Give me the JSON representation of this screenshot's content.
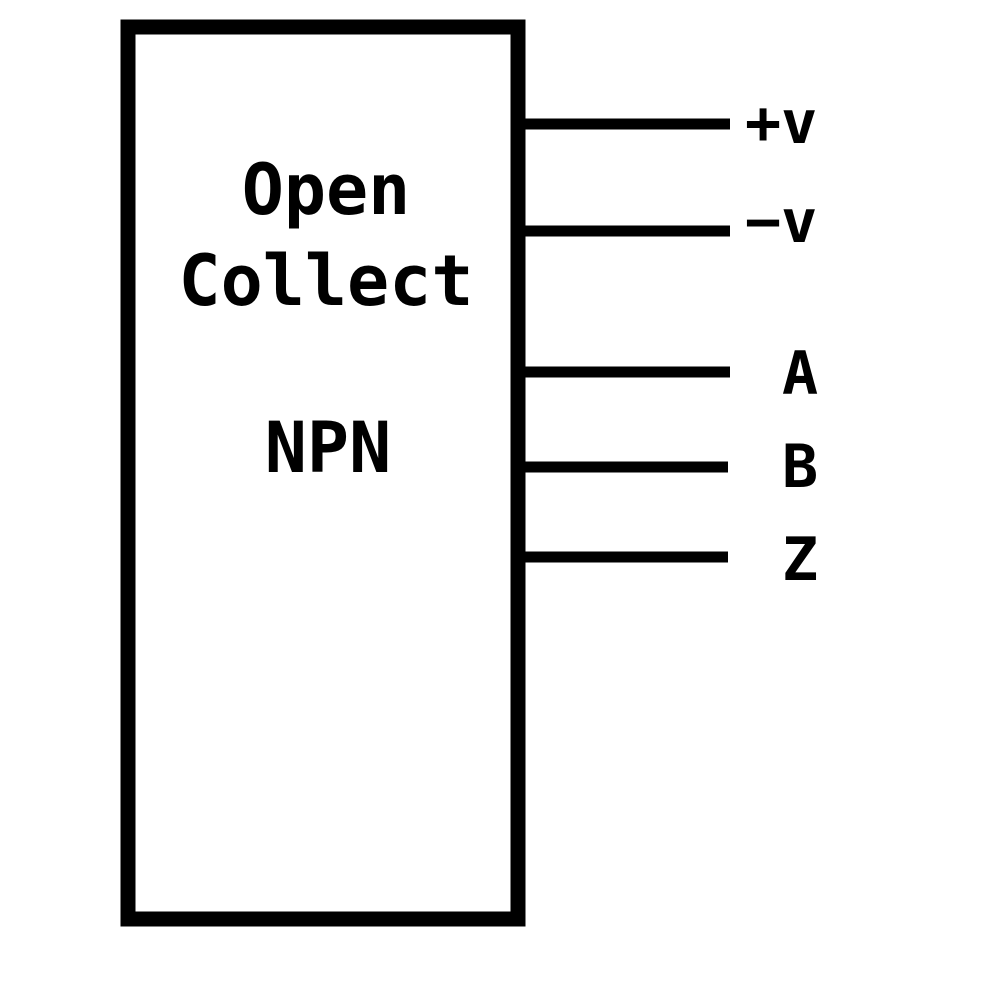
{
  "component": {
    "label_lines": [
      "Open",
      "Collect",
      "NPN"
    ]
  },
  "pins": [
    {
      "id": "pos-v",
      "label": "+v"
    },
    {
      "id": "neg-v",
      "label": "−v"
    },
    {
      "id": "a",
      "label": "A"
    },
    {
      "id": "b",
      "label": "B"
    },
    {
      "id": "z",
      "label": "Z"
    }
  ],
  "colors": {
    "stroke": "#000000",
    "background": "#ffffff"
  }
}
